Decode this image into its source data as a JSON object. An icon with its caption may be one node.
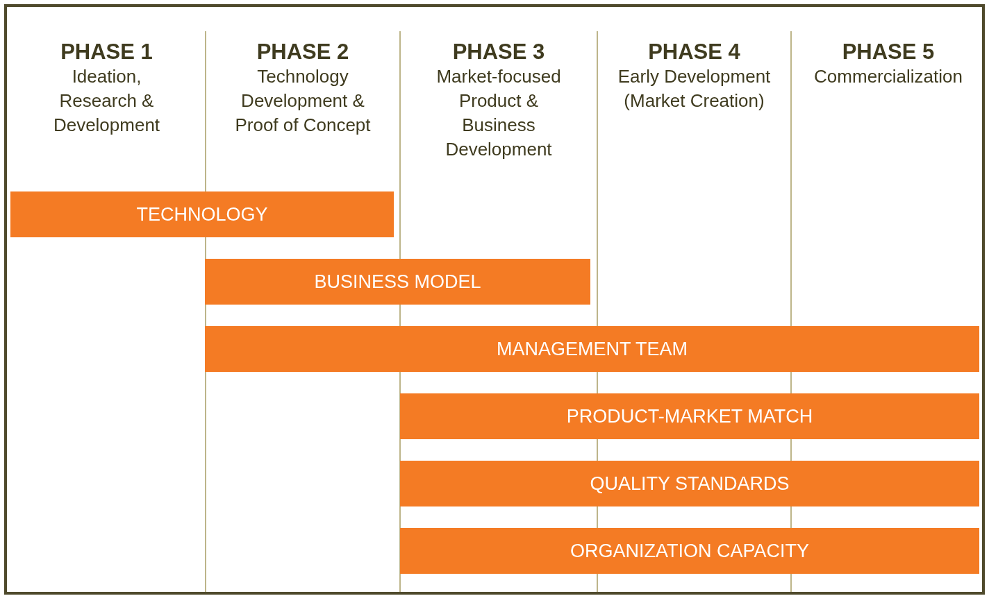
{
  "diagram": {
    "nodes": [
      {
        "text": [
          "PHASE 1",
          "Ideation, Research & Development"
        ]
      },
      {
        "text": [
          "PHASE 2",
          "Technology Development & Proof of Concept"
        ]
      },
      {
        "text": [
          "PHASE 3",
          "Market-focused Product & Business Development"
        ]
      },
      {
        "text": [
          "PHASE 4",
          "Early Development (Market Creation)"
        ]
      },
      {
        "text": [
          "PHASE 5",
          "Commercialization"
        ]
      },
      {
        "text": [
          "TECHNOLOGY"
        ]
      },
      {
        "text": [
          "BUSINESS MODEL"
        ]
      },
      {
        "text": [
          "MANAGEMENT TEAM"
        ]
      },
      {
        "text": [
          "PRODUCT-MARKET MATCH"
        ]
      },
      {
        "text": [
          "QUALITY STANDARDS"
        ]
      },
      {
        "text": [
          "ORGANIZATION CAPACITY"
        ]
      }
    ]
  }
}
